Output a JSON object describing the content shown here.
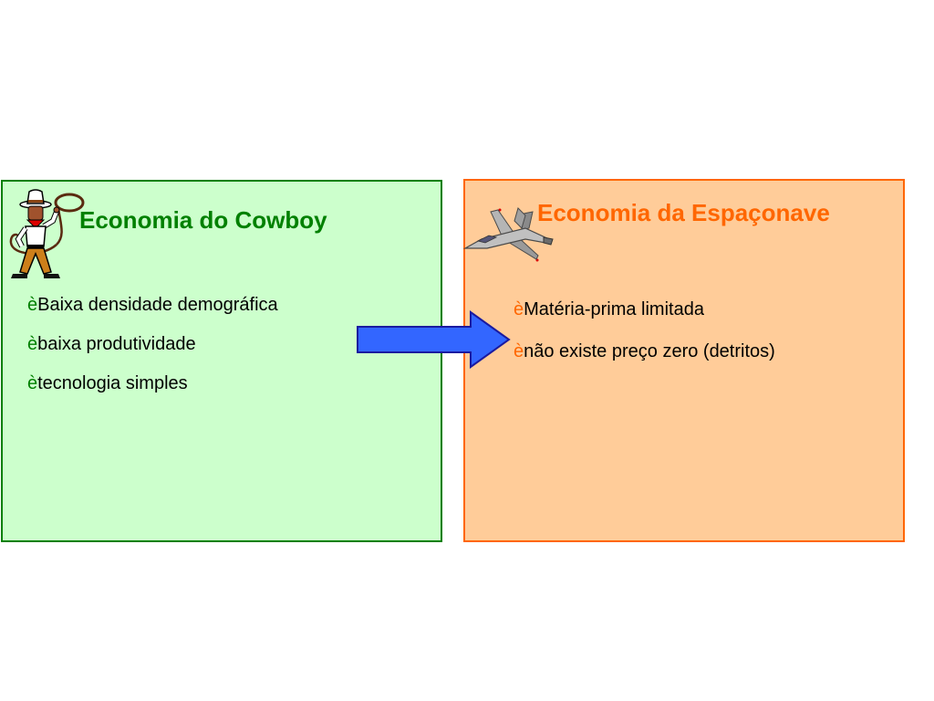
{
  "colors": {
    "left_panel_fill": "#ccffcc",
    "left_panel_border": "#008000",
    "right_panel_fill": "#ffcc99",
    "right_panel_border": "#ff6600",
    "arrow_fill": "#3366ff"
  },
  "left_panel": {
    "title": "Economia do Cowboy",
    "icon": "cowboy-lasso-icon",
    "bullet_symbol": "è",
    "items": [
      "Baixa densidade demográfica",
      "baixa produtividade",
      "tecnologia simples"
    ]
  },
  "right_panel": {
    "title": "Economia da Espaçonave",
    "icon": "fighter-jet-icon",
    "bullet_symbol": "è",
    "items": [
      "Matéria-prima limitada",
      "não existe preço zero (detritos)"
    ]
  },
  "transition": {
    "icon": "right-arrow-icon"
  }
}
